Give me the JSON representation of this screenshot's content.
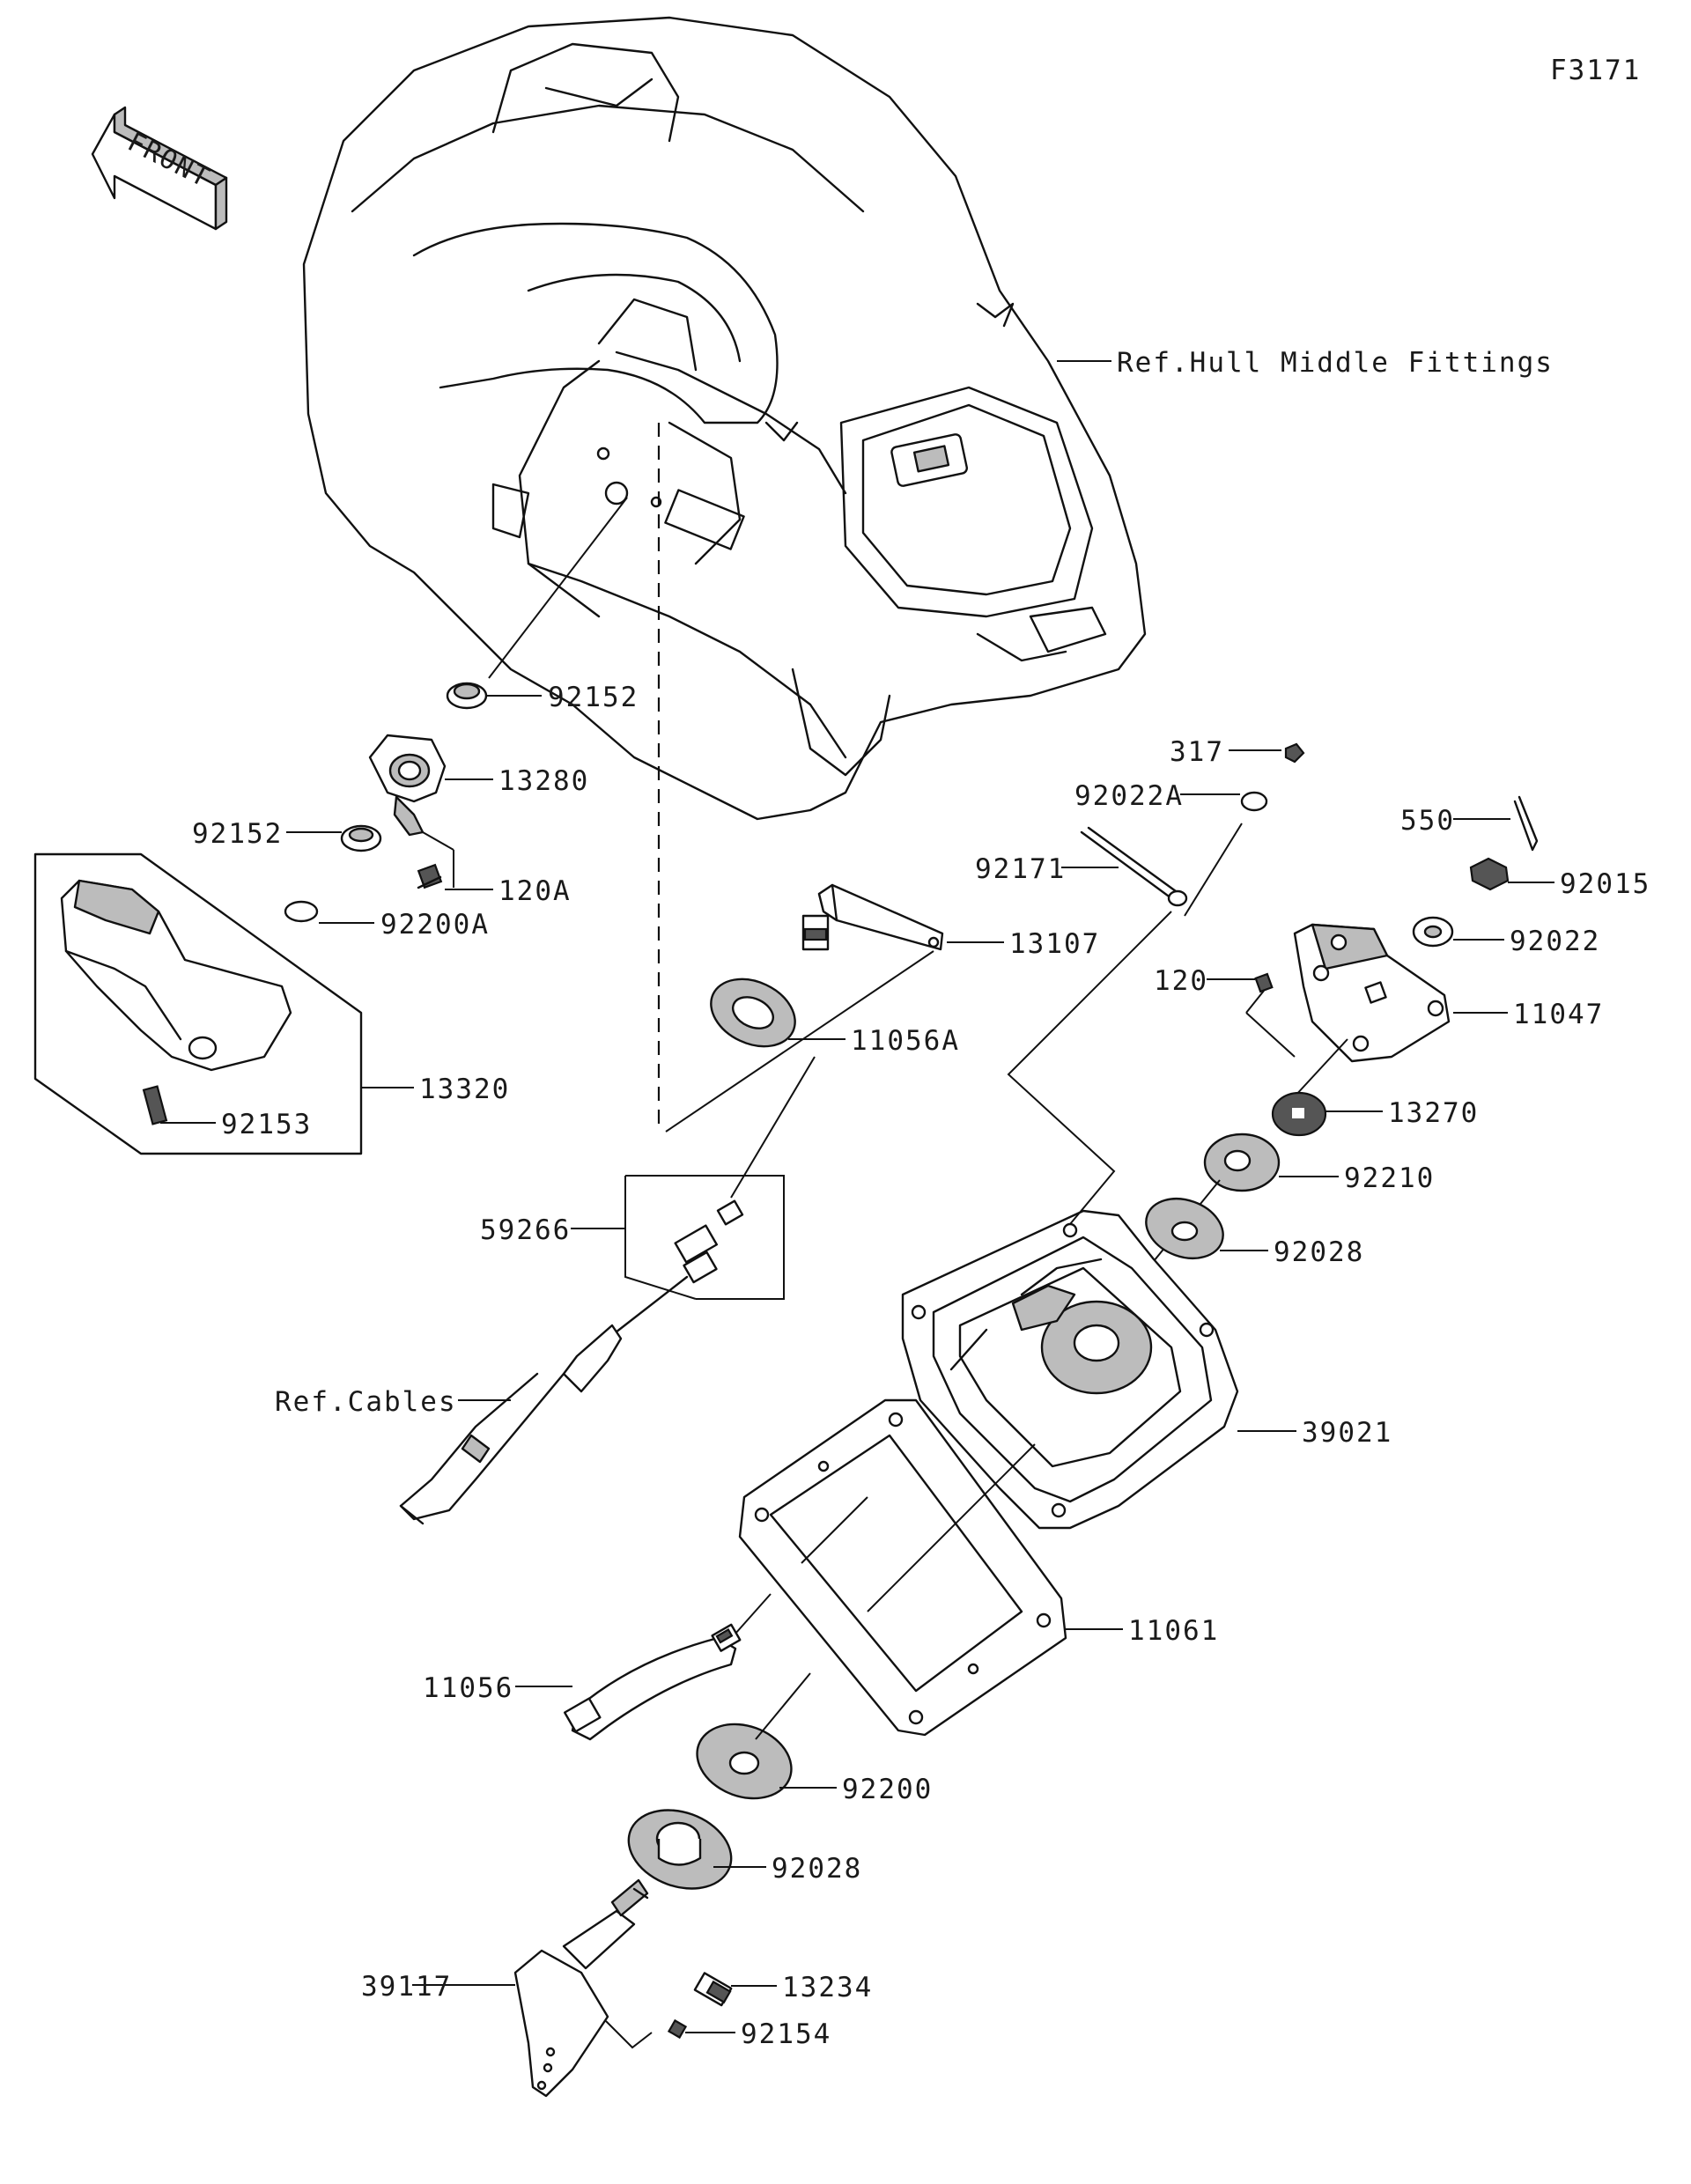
{
  "figure_code": "F3171",
  "front_arrow_label": "FRONT",
  "labels": {
    "ref_hull": "Ref.Hull Middle Fittings",
    "ref_cables": "Ref.Cables",
    "p92152_top": "92152",
    "p13280": "13280",
    "p92152_left": "92152",
    "p120A": "120A",
    "p92200A": "92200A",
    "p13320": "13320",
    "p92153": "92153",
    "p317": "317",
    "p92022A": "92022A",
    "p550": "550",
    "p92171": "92171",
    "p92015": "92015",
    "p13107": "13107",
    "p92022": "92022",
    "p120": "120",
    "p11047": "11047",
    "p11056A": "11056A",
    "p13270": "13270",
    "p92210": "92210",
    "p92028_top": "92028",
    "p59266": "59266",
    "p39021": "39021",
    "p11061": "11061",
    "p11056": "11056",
    "p92200": "92200",
    "p92028_bottom": "92028",
    "p39117": "39117",
    "p13234": "13234",
    "p92154": "92154"
  }
}
